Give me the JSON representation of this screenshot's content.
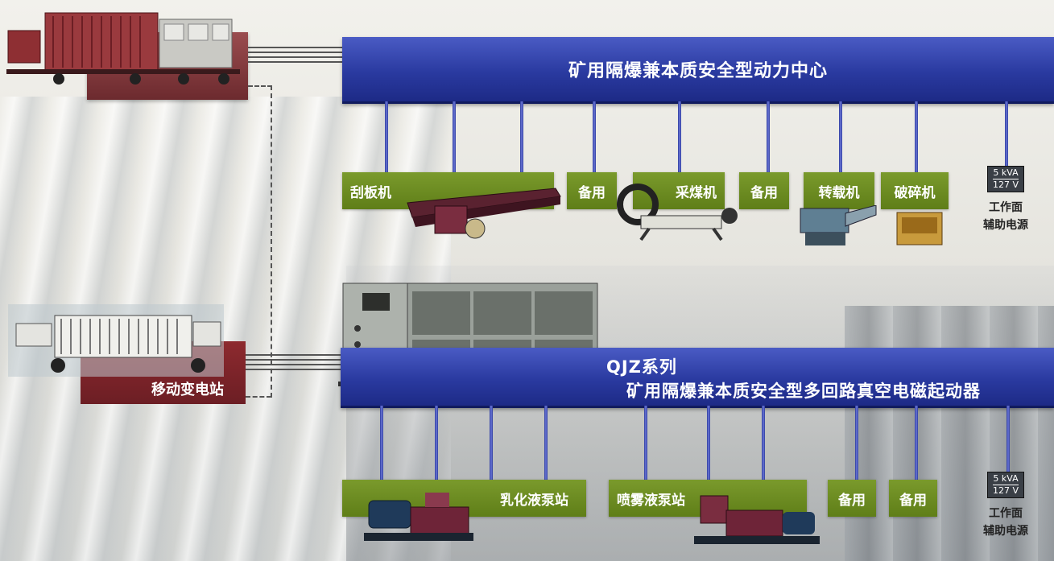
{
  "top_bus": {
    "label": "矿用隔爆兼本质安全型动力中心"
  },
  "bottom_bus": {
    "line1": "QJZ系列",
    "line2": "矿用隔爆兼本质安全型多回路真空电磁起动器"
  },
  "station": {
    "label": "移动变电站"
  },
  "top_loads": [
    {
      "label": "刮板机"
    },
    {
      "label": "备用"
    },
    {
      "label": "采煤机"
    },
    {
      "label": "备用"
    },
    {
      "label": "转载机"
    },
    {
      "label": "破碎机"
    }
  ],
  "bottom_loads": [
    {
      "label": "乳化液泵站"
    },
    {
      "label": "喷雾液泵站"
    },
    {
      "label": "备用"
    },
    {
      "label": "备用"
    }
  ],
  "aux_top": {
    "rating_kva": "5 kVA",
    "rating_v": "127 V",
    "line1": "工作面",
    "line2": "辅助电源"
  },
  "aux_bottom": {
    "rating_kva": "5 kVA",
    "rating_v": "127 V",
    "line1": "工作面",
    "line2": "辅助电源"
  },
  "colors": {
    "bus_blue": "#2a3aa0",
    "tag_green": "#6b8a20",
    "station_red": "#7a2228"
  },
  "icons": [
    "transformer-truck",
    "mobile-substation",
    "starter-cabinet",
    "scraper-conveyor",
    "shearer",
    "transfer-conveyor",
    "crusher",
    "emulsion-pump",
    "spray-pump"
  ]
}
